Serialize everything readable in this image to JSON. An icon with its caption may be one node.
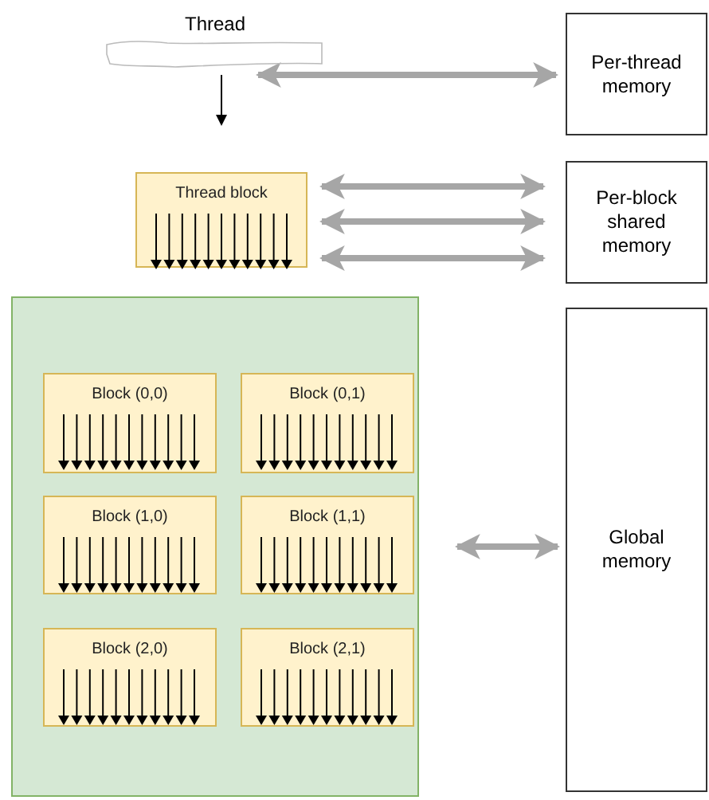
{
  "diagram": {
    "nodes": [
      {
        "text": [
          "Thread"
        ]
      },
      {
        "text": [
          "Per-thread memory"
        ]
      },
      {
        "text": [
          "Thread block"
        ]
      },
      {
        "text": [
          "Per-block shared memory"
        ]
      },
      {
        "text": [],
        "shape": "box"
      },
      {
        "text": [
          "Block (0,0)"
        ],
        "in": 4
      },
      {
        "text": [
          "Block (0,1)"
        ],
        "in": 4
      },
      {
        "text": [
          "Block (1,0)"
        ],
        "in": 4
      },
      {
        "text": [
          "Block (1,1)"
        ],
        "in": 4
      },
      {
        "text": [
          "Block (2,0)"
        ],
        "in": 4
      },
      {
        "text": [
          "Block (2,1)"
        ],
        "in": 4
      },
      {
        "text": [
          "Global memory"
        ]
      }
    ],
    "edges": [
      {
        "from": 0,
        "to": 1,
        "arrow": "both"
      },
      {
        "from": 2,
        "to": 3,
        "arrow": "both"
      },
      {
        "from": 2,
        "to": 3,
        "arrow": "both"
      },
      {
        "from": 2,
        "to": 3,
        "arrow": "both"
      },
      {
        "from": 4,
        "to": 11,
        "arrow": "both"
      }
    ]
  }
}
